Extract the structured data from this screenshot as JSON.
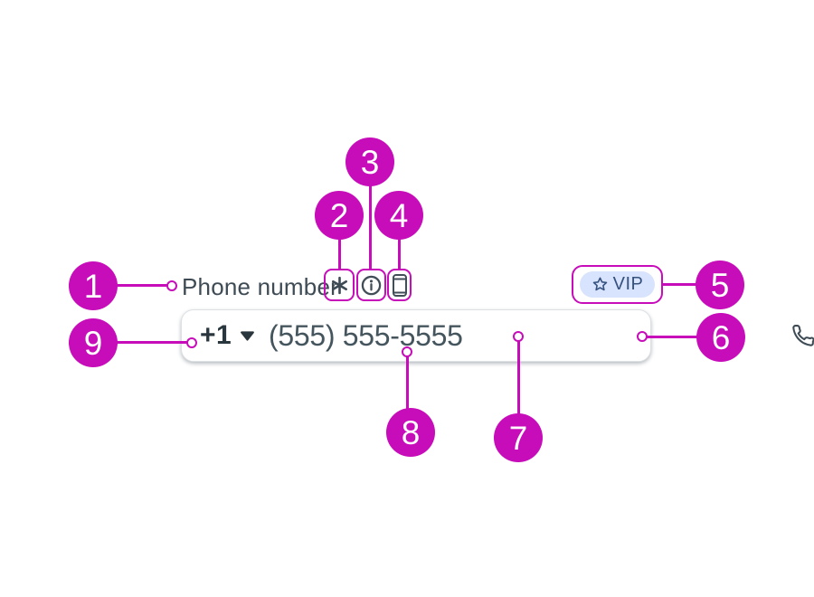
{
  "colors": {
    "annotation": "#C70CB9",
    "label_text": "#3E4B55",
    "value_text": "#45555E",
    "badge_background": "#D8E3FD",
    "badge_text": "#35517F"
  },
  "label": {
    "text": "Phone number"
  },
  "indicators": {
    "required_icon": "asterisk-icon",
    "info_icon": "info-circle-icon",
    "device_icon": "mobile-device-icon"
  },
  "badge": {
    "icon": "star-icon",
    "text": "VIP"
  },
  "input": {
    "country_code": "+1",
    "value": "(555) 555-5555",
    "trailing_icon": "phone-icon"
  },
  "annotations": [
    "1",
    "2",
    "3",
    "4",
    "5",
    "6",
    "7",
    "8",
    "9"
  ]
}
